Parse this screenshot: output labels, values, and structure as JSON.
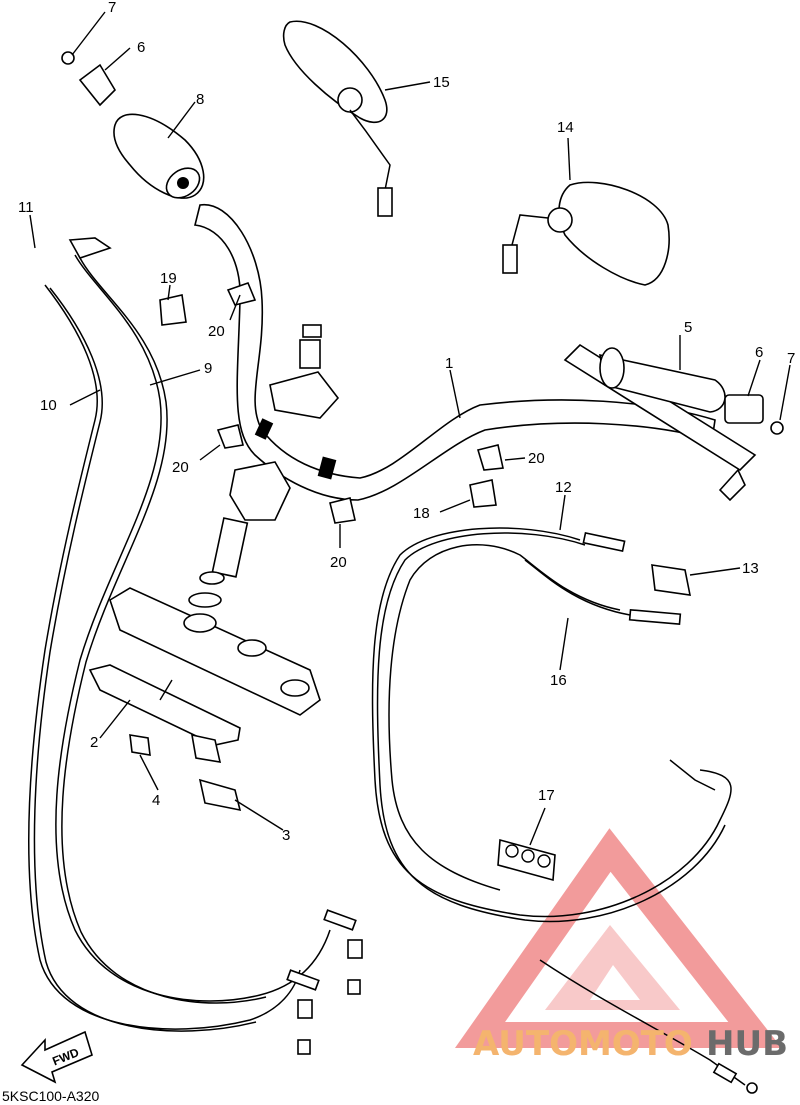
{
  "diagram": {
    "code": "5KSC100-A320",
    "fwd_label": "FWD",
    "watermark": {
      "part1": "AUTOMOTO",
      "part2": "HUB",
      "triangle_color": "#f08a8a",
      "text_color_1": "#f4b46e",
      "text_color_2": "#6b6b6b"
    },
    "callouts": [
      {
        "id": "c1",
        "text": "1"
      },
      {
        "id": "c2",
        "text": "2"
      },
      {
        "id": "c3",
        "text": "3"
      },
      {
        "id": "c4",
        "text": "4"
      },
      {
        "id": "c5",
        "text": "5"
      },
      {
        "id": "c6a",
        "text": "6"
      },
      {
        "id": "c6b",
        "text": "6"
      },
      {
        "id": "c7a",
        "text": "7"
      },
      {
        "id": "c7b",
        "text": "7"
      },
      {
        "id": "c8",
        "text": "8"
      },
      {
        "id": "c9",
        "text": "9"
      },
      {
        "id": "c10",
        "text": "10"
      },
      {
        "id": "c11",
        "text": "11"
      },
      {
        "id": "c12",
        "text": "12"
      },
      {
        "id": "c13",
        "text": "13"
      },
      {
        "id": "c14",
        "text": "14"
      },
      {
        "id": "c15",
        "text": "15"
      },
      {
        "id": "c16",
        "text": "16"
      },
      {
        "id": "c17",
        "text": "17"
      },
      {
        "id": "c18",
        "text": "18"
      },
      {
        "id": "c19",
        "text": "19"
      },
      {
        "id": "c20a",
        "text": "20"
      },
      {
        "id": "c20b",
        "text": "20"
      },
      {
        "id": "c20c",
        "text": "20"
      },
      {
        "id": "c20d",
        "text": "20"
      }
    ]
  }
}
